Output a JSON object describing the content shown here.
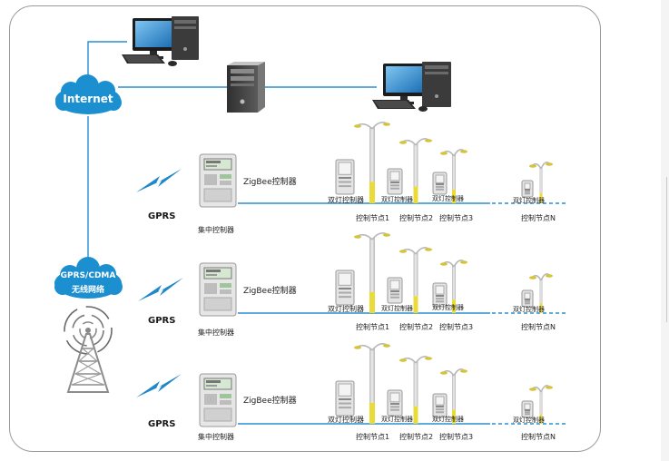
{
  "network": {
    "internet_label": "Internet",
    "wireless_line1": "GPRS/CDMA",
    "wireless_line2": "无线网络"
  },
  "rows": [
    {
      "gprs_label": "GPRS",
      "zigbee_label": "ZigBee控制器",
      "concentrator_label": "集中控制器",
      "dual_lamp_label": "双灯控制器",
      "node_labels": [
        "控制节点1",
        "控制节点2",
        "控制节点3",
        "控制节点N"
      ]
    },
    {
      "gprs_label": "GPRS",
      "zigbee_label": "ZigBee控制器",
      "concentrator_label": "集中控制器",
      "dual_lamp_label": "双灯控制器",
      "node_labels": [
        "控制节点1",
        "控制节点2",
        "控制节点3",
        "控制节点N"
      ]
    },
    {
      "gprs_label": "GPRS",
      "zigbee_label": "ZigBee控制器",
      "concentrator_label": "集中控制器",
      "dual_lamp_label": "双灯控制器",
      "node_labels": [
        "控制节点1",
        "控制节点2",
        "控制节点3",
        "控制节点N"
      ]
    }
  ],
  "colors": {
    "cloud_blue": "#1b8fd0",
    "link_blue": "#2a8fd0",
    "bolt_blue": "#1e88c8",
    "pole_gray": "#c9c9c9",
    "pole_yellow": "#e9dc3a"
  },
  "icons": {
    "pc": "desktop-computer-icon",
    "server": "server-tower-icon",
    "cloud": "cloud-icon",
    "antenna": "radio-tower-icon",
    "bolt": "lightning-bolt-icon",
    "meter": "concentrator-meter-icon",
    "controller": "lamp-controller-box-icon",
    "lamp": "street-lamp-icon"
  }
}
